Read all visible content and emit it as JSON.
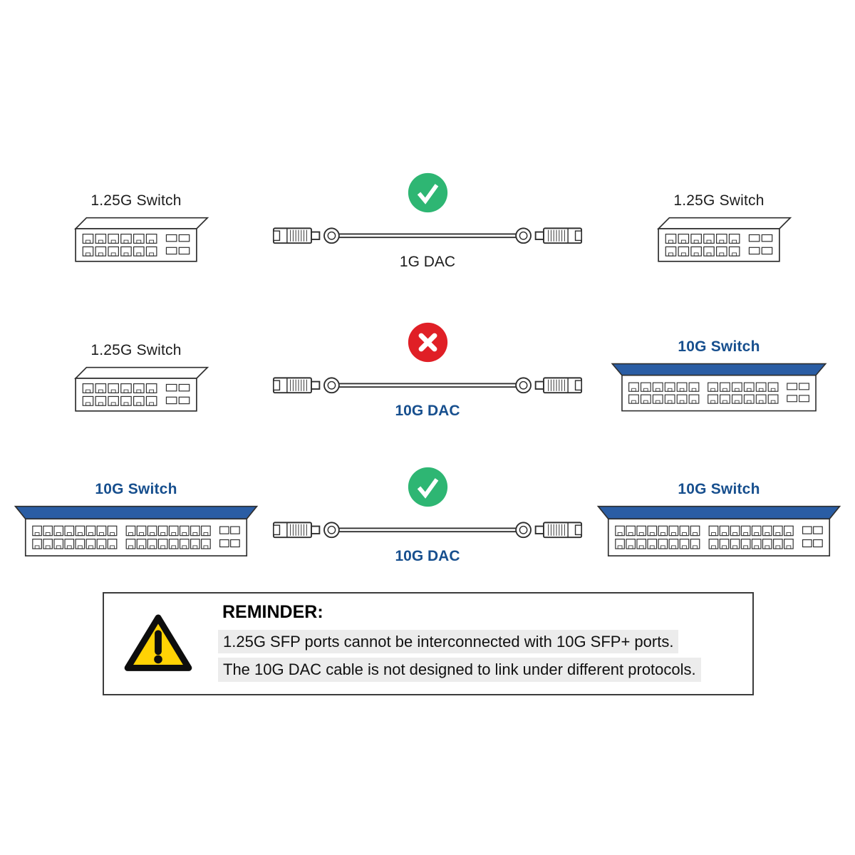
{
  "colors": {
    "blue": "#174f8e",
    "roof": "#2a5da4",
    "green": "#2eb673",
    "red": "#e01f26",
    "highlight": "#ececec",
    "ink": "#1c1c1c"
  },
  "icons": {
    "ok": "check-icon",
    "error": "cross-icon",
    "warning": "warning-triangle-icon"
  },
  "rows": [
    {
      "left_label": "1.25G Switch",
      "right_label": "1.25G Switch",
      "cable_label": "1G DAC",
      "status": "ok"
    },
    {
      "left_label": "1.25G Switch",
      "right_label": "10G Switch",
      "cable_label": "10G DAC",
      "status": "error"
    },
    {
      "left_label": "10G Switch",
      "right_label": "10G Switch",
      "cable_label": "10G DAC",
      "status": "ok"
    }
  ],
  "reminder": {
    "title": "REMINDER:",
    "line1": "1.25G SFP ports cannot be interconnected with 10G SFP+ ports.",
    "line2": "The 10G DAC cable is not designed to link under different protocols."
  }
}
